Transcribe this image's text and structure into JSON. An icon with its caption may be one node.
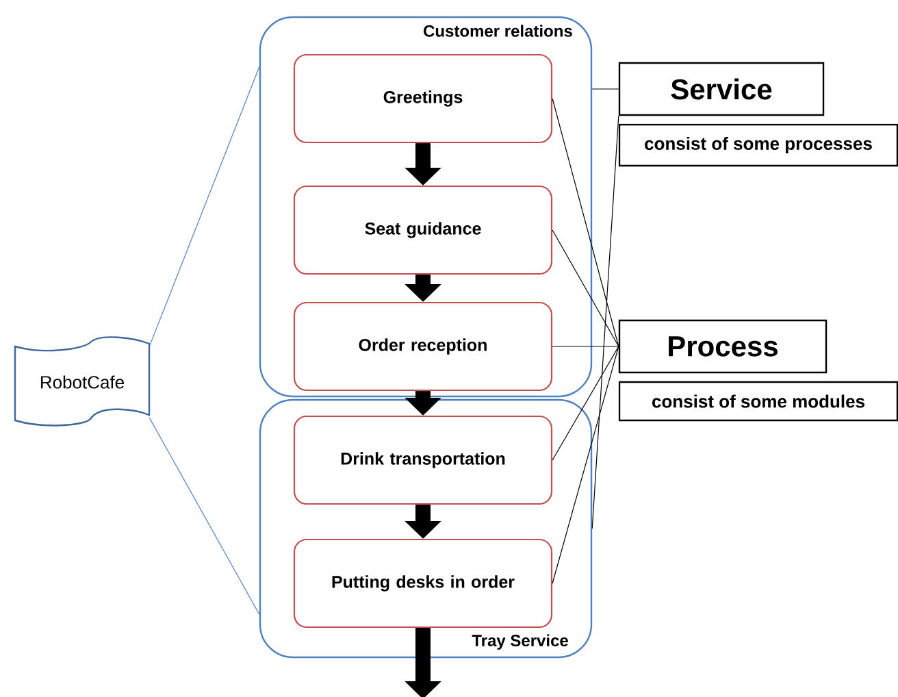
{
  "diagram": {
    "nodes": [
      {
        "text": [
          "RobotCafe"
        ]
      },
      {
        "text": [
          "Customer relations"
        ]
      },
      {
        "text": [
          "Greetings"
        ],
        "in": 1
      },
      {
        "text": [
          "Seat guidance"
        ],
        "in": 1
      },
      {
        "text": [
          "Order reception"
        ],
        "in": 1
      },
      {
        "text": [
          "Tray Service"
        ]
      },
      {
        "text": [
          "Drink transportation"
        ],
        "in": 5
      },
      {
        "text": [
          "Putting desks in order"
        ],
        "in": 5
      },
      {
        "text": [
          "Service"
        ]
      },
      {
        "text": [
          "consist of some processes"
        ]
      },
      {
        "text": [
          "Process"
        ]
      },
      {
        "text": [
          "consist of some modules"
        ]
      }
    ],
    "edges": [
      {
        "from": 0,
        "to": 1,
        "arrow": "none",
        "color": "#4f81bd"
      },
      {
        "from": 0,
        "to": 5,
        "arrow": "none",
        "color": "#4f81bd"
      },
      {
        "from": 2,
        "to": 3,
        "arrow": "to",
        "style": "thick"
      },
      {
        "from": 3,
        "to": 4,
        "arrow": "to",
        "style": "thick"
      },
      {
        "from": 4,
        "to": 6,
        "arrow": "to",
        "style": "thick"
      },
      {
        "from": 6,
        "to": 7,
        "arrow": "to",
        "style": "thick"
      },
      {
        "from": 7,
        "to": null,
        "arrow": "to",
        "style": "thick"
      },
      {
        "from": 1,
        "to": 8,
        "arrow": "none"
      },
      {
        "from": 5,
        "to": 8,
        "arrow": "none"
      },
      {
        "from": 2,
        "to": 10,
        "arrow": "none"
      },
      {
        "from": 3,
        "to": 10,
        "arrow": "none"
      },
      {
        "from": 4,
        "to": 10,
        "arrow": "none"
      },
      {
        "from": 6,
        "to": 10,
        "arrow": "none"
      },
      {
        "from": 7,
        "to": 10,
        "arrow": "none"
      }
    ]
  }
}
